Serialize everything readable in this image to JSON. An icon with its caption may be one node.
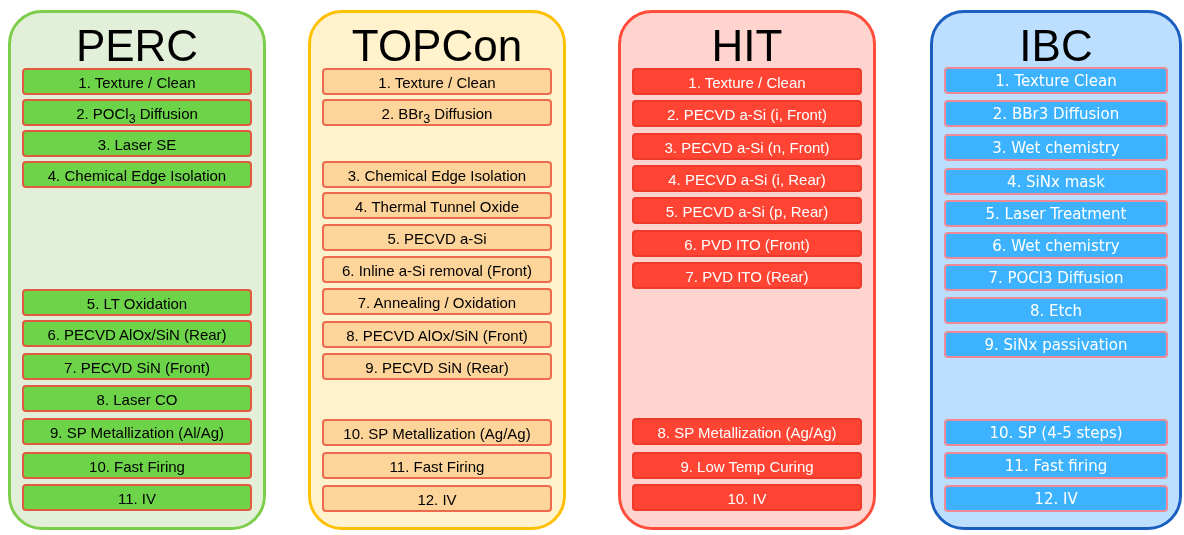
{
  "diagram": {
    "nodes": [
      {
        "text": [
          "PERC"
        ]
      },
      {
        "text": [
          "1. Texture / Clean"
        ],
        "in": 0
      },
      {
        "text": [
          "2. POCl$_{3}$ Diffusion"
        ],
        "in": 0
      },
      {
        "text": [
          "3. Laser SE"
        ],
        "in": 0
      },
      {
        "text": [
          "4. Chemical Edge Isolation"
        ],
        "in": 0
      },
      {
        "text": [
          "5. LT Oxidation"
        ],
        "in": 0
      },
      {
        "text": [
          "6. PECVD AlOx/SiN (Rear)"
        ],
        "in": 0
      },
      {
        "text": [
          "7. PECVD SiN (Front)"
        ],
        "in": 0
      },
      {
        "text": [
          "8. Laser CO"
        ],
        "in": 0
      },
      {
        "text": [
          "9. SP Metallization (Al/Ag)"
        ],
        "in": 0
      },
      {
        "text": [
          "10. Fast Firing"
        ],
        "in": 0
      },
      {
        "text": [
          "11. IV"
        ],
        "in": 0
      },
      {
        "text": [
          "TOPCon"
        ]
      },
      {
        "text": [
          "1. Texture / Clean"
        ],
        "in": 12
      },
      {
        "text": [
          "2. BBr$_{3}$ Diffusion"
        ],
        "in": 12
      },
      {
        "text": [
          "3. Chemical Edge Isolation"
        ],
        "in": 12
      },
      {
        "text": [
          "4. Thermal Tunnel Oxide"
        ],
        "in": 12
      },
      {
        "text": [
          "5. PECVD a-Si"
        ],
        "in": 12
      },
      {
        "text": [
          "6. Inline a-Si removal (Front)"
        ],
        "in": 12
      },
      {
        "text": [
          "7. Annealing / Oxidation"
        ],
        "in": 12
      },
      {
        "text": [
          "8. PECVD AlOx/SiN (Front)"
        ],
        "in": 12
      },
      {
        "text": [
          "9. PECVD SiN (Rear)"
        ],
        "in": 12
      },
      {
        "text": [
          "10. SP Metallization (Ag/Ag)"
        ],
        "in": 12
      },
      {
        "text": [
          "11. Fast Firing"
        ],
        "in": 12
      },
      {
        "text": [
          "12. IV"
        ],
        "in": 12
      },
      {
        "text": [
          "HIT"
        ]
      },
      {
        "text": [
          "1. Texture / Clean"
        ],
        "in": 25
      },
      {
        "text": [
          "2. PECVD a-Si (i, Front)"
        ],
        "in": 25
      },
      {
        "text": [
          "3. PECVD a-Si (n, Front)"
        ],
        "in": 25
      },
      {
        "text": [
          "4. PECVD a-Si (i, Rear)"
        ],
        "in": 25
      },
      {
        "text": [
          "5. PECVD a-Si (p, Rear)"
        ],
        "in": 25
      },
      {
        "text": [
          "6. PVD ITO (Front)"
        ],
        "in": 25
      },
      {
        "text": [
          "7. PVD ITO (Rear)"
        ],
        "in": 25
      },
      {
        "text": [
          "8. SP Metallization (Ag/Ag)"
        ],
        "in": 25
      },
      {
        "text": [
          "9. Low Temp Curing"
        ],
        "in": 25
      },
      {
        "text": [
          "10. IV"
        ],
        "in": 25
      },
      {
        "text": [
          "IBC"
        ]
      },
      {
        "text": [
          "1. Texture Clean"
        ],
        "in": 36
      },
      {
        "text": [
          "2. BBr3 Diffusion"
        ],
        "in": 36
      },
      {
        "text": [
          "3. Wet chemistry"
        ],
        "in": 36
      },
      {
        "text": [
          "4. SiNx mask"
        ],
        "in": 36
      },
      {
        "text": [
          "5. Laser Treatment"
        ],
        "in": 36
      },
      {
        "text": [
          "6. Wet chemistry"
        ],
        "in": 36
      },
      {
        "text": [
          "7. POCl3 Diffusion"
        ],
        "in": 36
      },
      {
        "text": [
          "8. Etch"
        ],
        "in": 36
      },
      {
        "text": [
          "9. SiNx passivation"
        ],
        "in": 36
      },
      {
        "text": [
          "10. SP (4-5 steps)"
        ],
        "in": 36
      },
      {
        "text": [
          "11. Fast firing"
        ],
        "in": 36
      },
      {
        "text": [
          "12. IV"
        ],
        "in": 36
      }
    ]
  }
}
